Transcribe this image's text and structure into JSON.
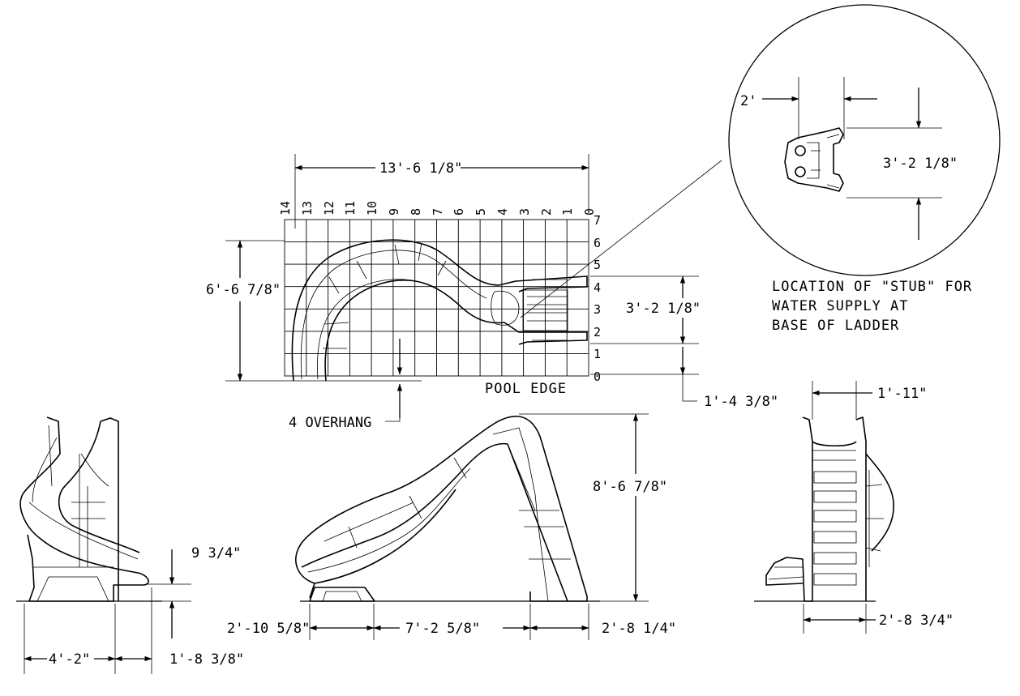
{
  "top_view": {
    "overall_width": "13'-6 1/8\"",
    "overall_depth": "6'-6 7/8\"",
    "ladder_span": "3'-2 1/8\"",
    "ladder_offset": "1'-4 3/8\"",
    "overhang": "4 OVERHANG",
    "pool_edge": "POOL EDGE",
    "x_ticks": [
      "14",
      "13",
      "12",
      "11",
      "10",
      "9",
      "8",
      "7",
      "6",
      "5",
      "4",
      "3",
      "2",
      "1",
      "0"
    ],
    "y_ticks": [
      "7",
      "6",
      "5",
      "4",
      "3",
      "2",
      "1",
      "0"
    ]
  },
  "detail": {
    "stub_width": "2'",
    "stub_span": "3'-2 1/8\"",
    "note_lines": [
      "LOCATION OF \"STUB\" FOR",
      "WATER SUPPLY AT",
      "BASE OF LADDER"
    ]
  },
  "front_view": {
    "exit_height": "9 3/4\"",
    "width_left": "4'-2\"",
    "width_right": "1'-8 3/8\""
  },
  "side_view": {
    "height": "8'-6 7/8\"",
    "exit_length": "2'-10 5/8\"",
    "middle_length": "7'-2 5/8\"",
    "ladder_length": "2'-8 1/4\""
  },
  "ladder_view": {
    "top_width": "1'-11\"",
    "base_width": "2'-8 3/4\""
  }
}
